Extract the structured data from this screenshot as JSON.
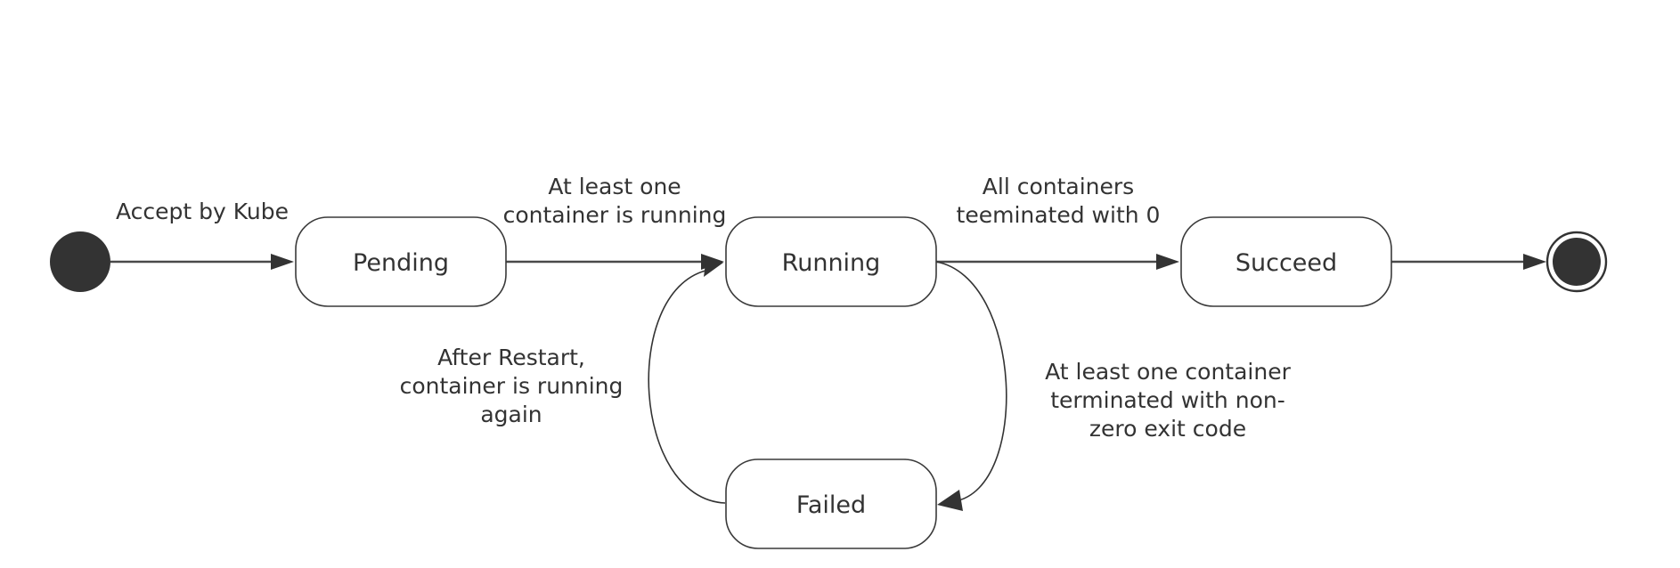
{
  "states": {
    "pending": "Pending",
    "running": "Running",
    "succeed": "Succeed",
    "failed": "Failed"
  },
  "transitions": {
    "accept": [
      "Accept by Kube"
    ],
    "pending_to_running": [
      "At least one",
      "container is running"
    ],
    "running_to_succeed": [
      "All containers",
      "teeminated with 0"
    ],
    "running_to_failed": [
      "At least one container",
      "terminated with non-",
      "zero exit code"
    ],
    "failed_to_running": [
      "After Restart,",
      "container is running",
      "again"
    ]
  },
  "colors": {
    "stroke": "#333333",
    "text": "#333333",
    "background": "#ffffff"
  }
}
